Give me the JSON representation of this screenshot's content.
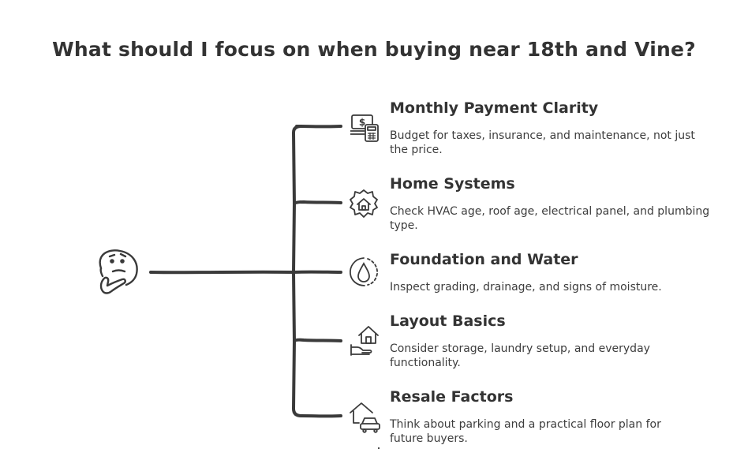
{
  "title": "What should I focus on when buying near 18th and Vine?",
  "central_icon": "thinking-face-icon",
  "items": [
    {
      "title": "Monthly Payment Clarity",
      "description": "Budget for taxes, insurance, and maintenance, not just the price.",
      "icon": "money-calculator-icon"
    },
    {
      "title": "Home Systems",
      "description": "Check HVAC age, roof age, electrical panel, and plumbing type.",
      "icon": "house-gear-icon"
    },
    {
      "title": "Foundation and Water",
      "description": "Inspect grading, drainage, and signs of moisture.",
      "icon": "water-drop-icon"
    },
    {
      "title": "Layout Basics",
      "description": "Consider storage, laundry setup, and everyday functionality.",
      "icon": "house-hand-icon"
    },
    {
      "title": "Resale Factors",
      "description": "Think about parking and a practical floor plan for future buyers.",
      "icon": "house-car-icon"
    }
  ],
  "colors": {
    "line": "#3a3a3a",
    "text": "#333333",
    "background": "#ffffff"
  }
}
